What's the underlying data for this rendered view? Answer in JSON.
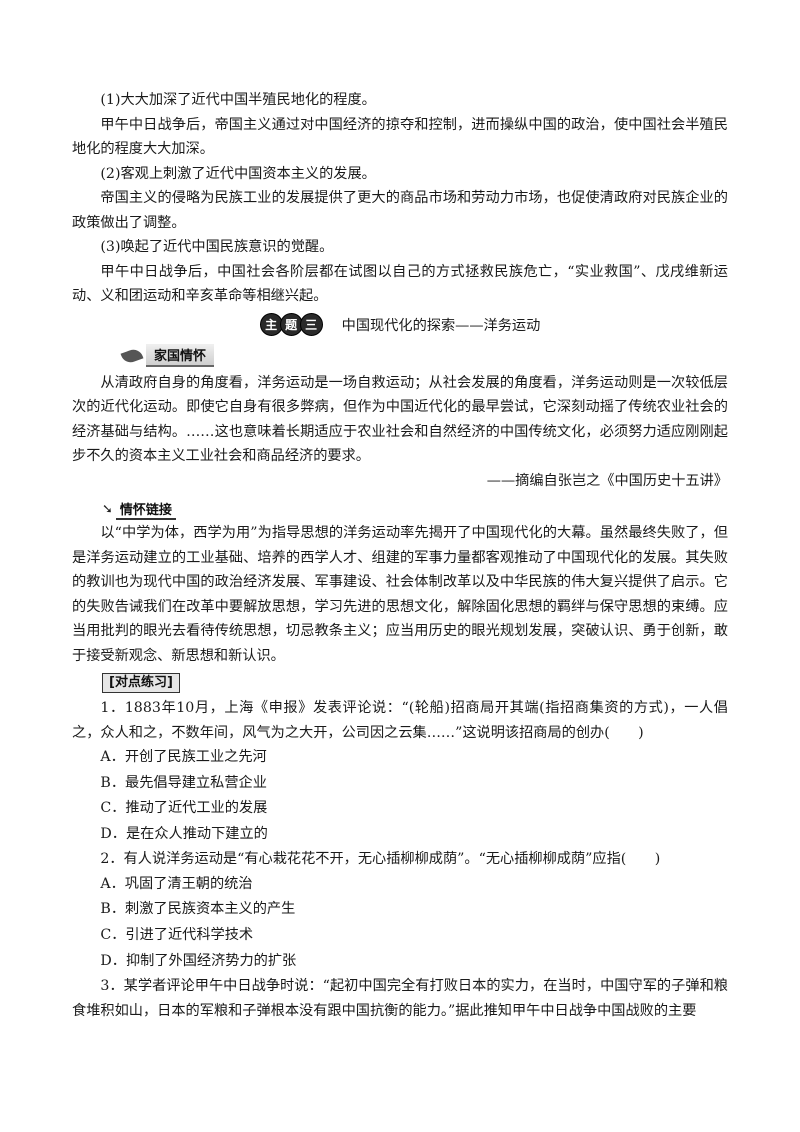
{
  "effects": [
    {
      "heading": "(1)大大加深了近代中国半殖民地化的程度。",
      "body": "甲午中日战争后，帝国主义通过对中国经济的掠夺和控制，进而操纵中国的政治，使中国社会半殖民地化的程度大大加深。"
    },
    {
      "heading": "(2)客观上刺激了近代中国资本主义的发展。",
      "body": "帝国主义的侵略为民族工业的发展提供了更大的商品市场和劳动力市场，也促使清政府对民族企业的政策做出了调整。"
    },
    {
      "heading": "(3)唤起了近代中国民族意识的觉醒。",
      "body": "甲午中日战争后，中国社会各阶层都在试图以自己的方式拯救民族危亡，“实业救国”、戊戌维新运动、义和团运动和辛亥革命等相继兴起。"
    }
  ],
  "topic": {
    "badge": [
      "主",
      "题",
      "三"
    ],
    "title": "中国现代化的探索——洋务运动"
  },
  "jiaguo": {
    "label": "家国情怀",
    "text": "从清政府自身的角度看，洋务运动是一场自救运动；从社会发展的角度看，洋务运动则是一次较低层次的近代化运动。即使它自身有很多弊病，但作为中国近代化的最早尝试，它深刻动摇了传统农业社会的经济基础与结构。……这也意味着长期适应于农业社会和自然经济的中国传统文化，必须努力适应刚刚起步不久的资本主义工业社会和商品经济的要求。",
    "source": "——摘编自张岂之《中国历史十五讲》"
  },
  "qinghuai": {
    "label": "情怀链接",
    "text": "以“中学为体，西学为用”为指导思想的洋务运动率先揭开了中国现代化的大幕。虽然最终失败了，但是洋务运动建立的工业基础、培养的西学人才、组建的军事力量都客观推动了中国现代化的发展。其失败的教训也为现代中国的政治经济发展、军事建设、社会体制改革以及中华民族的伟大复兴提供了启示。它的失败告诫我们在改革中要解放思想，学习先进的思想文化，解除固化思想的羁绊与保守思想的束缚。应当用批判的眼光去看待传统思想，切忌教条主义；应当用历史的眼光规划发展，突破认识、勇于创新，敢于接受新观念、新思想和新认识。"
  },
  "practice": {
    "label": "[对点练习]",
    "questions": [
      {
        "stem": "1．1883年10月，上海《申报》发表评论说：“(轮船)招商局开其端(指招商集资的方式)，一人倡之，众人和之，不数年间，风气为之大开，公司因之云集……”这说明该招商局的创办(　　)",
        "options": [
          "A．开创了民族工业之先河",
          "B．最先倡导建立私营企业",
          "C．推动了近代工业的发展",
          "D．是在众人推动下建立的"
        ]
      },
      {
        "stem": "2．有人说洋务运动是“有心栽花花不开，无心插柳柳成荫”。“无心插柳柳成荫”应指(　　)",
        "options": [
          "A．巩固了清王朝的统治",
          "B．刺激了民族资本主义的产生",
          "C．引进了近代科学技术",
          "D．抑制了外国经济势力的扩张"
        ]
      },
      {
        "stem": "3．某学者评论甲午中日战争时说：“起初中国完全有打败日本的实力，在当时，中国守军的子弹和粮食堆积如山，日本的军粮和子弹根本没有跟中国抗衡的能力。”据此推知甲午中日战争中国战败的主要",
        "options": []
      }
    ]
  }
}
